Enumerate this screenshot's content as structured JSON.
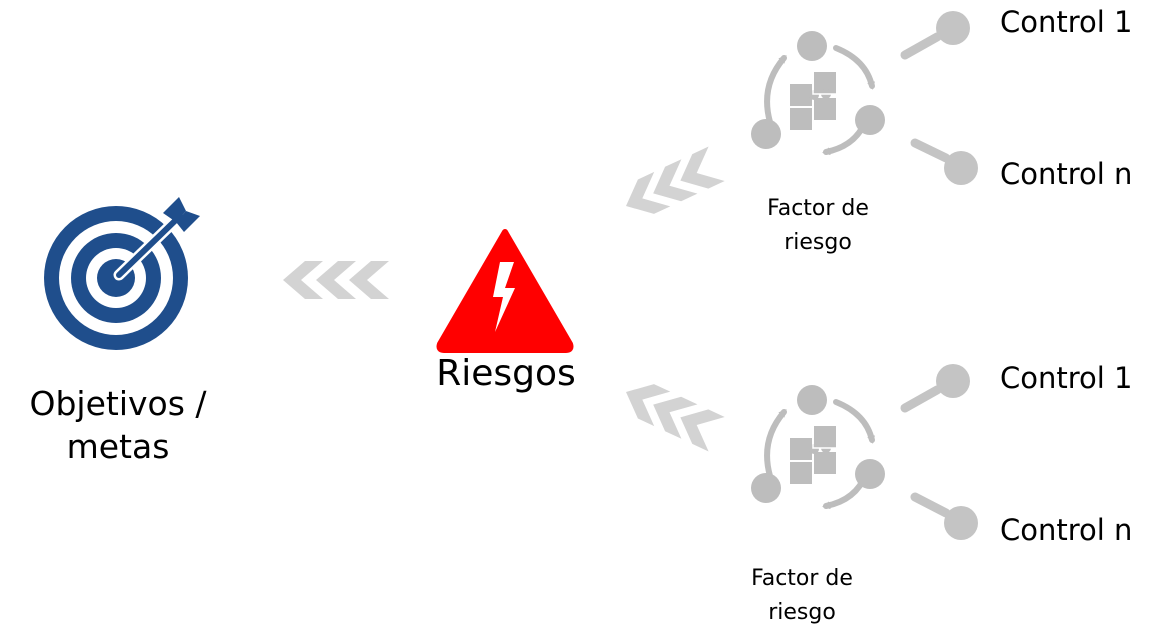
{
  "objective": {
    "line1": "Objetivos /",
    "line2": "metas",
    "icon": "target-arrow-icon",
    "color": "#1f4e8c"
  },
  "risk": {
    "label": "Riesgos",
    "icon": "warning-lightning-icon",
    "color": "#ff0000"
  },
  "factors": [
    {
      "line1": "Factor de",
      "line2": "riesgo",
      "icon": "puzzle-cycle-icon",
      "controls": [
        {
          "label": "Control 1"
        },
        {
          "label": "Control n"
        }
      ]
    },
    {
      "line1": "Factor de",
      "line2": "riesgo",
      "icon": "puzzle-cycle-icon",
      "controls": [
        {
          "label": "Control 1"
        },
        {
          "label": "Control n"
        }
      ]
    }
  ],
  "colors": {
    "chevron": "#d3d3d3",
    "factor_icon": "#bdbdbd",
    "control_dot": "#c4c4c4"
  }
}
